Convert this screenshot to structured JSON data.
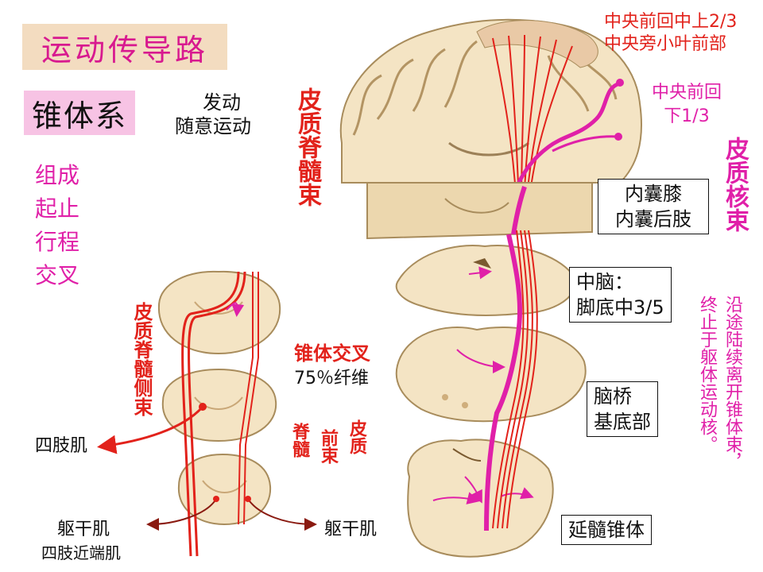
{
  "title": "运动传导路",
  "system": "锥体系",
  "function_lines": [
    "发动",
    "随意运动"
  ],
  "aspects": [
    "组成",
    "起止",
    "行程",
    "交叉"
  ],
  "labels": {
    "upper_region": [
      "中央前回中上2/3",
      "中央旁小叶前部"
    ],
    "lower_region": [
      "中央前回",
      "下1/3"
    ],
    "corticospinal": "皮质脊髓束",
    "corticonuclear": "皮质核束",
    "internal_capsule": [
      "内囊膝",
      "内囊后肢"
    ],
    "midbrain": [
      "中脑：",
      "脚底中3/5"
    ],
    "pons": [
      "脑桥",
      "基底部"
    ],
    "medulla": "延髓锥体",
    "note": [
      "沿途陆续离开锥体束，",
      "终止于躯体运动核。"
    ],
    "decussation": "锥体交叉",
    "fiber_pct": "75％纤维",
    "lateral_tract": "皮质脊髓侧束",
    "anterior_tract": [
      "皮质",
      "前束",
      "脊髓"
    ],
    "limb_muscle": "四肢肌",
    "trunk_left": "躯干肌",
    "proximal_limb": "四肢近端肌",
    "trunk_right": "躯干肌"
  },
  "colors": {
    "magenta": "#e020a8",
    "red": "#e2221b",
    "tissue": "#f4e4c4",
    "tissue_edge": "#a88c5c",
    "title_bg": "#f3dcc0",
    "system_bg": "#f7c3e4"
  }
}
